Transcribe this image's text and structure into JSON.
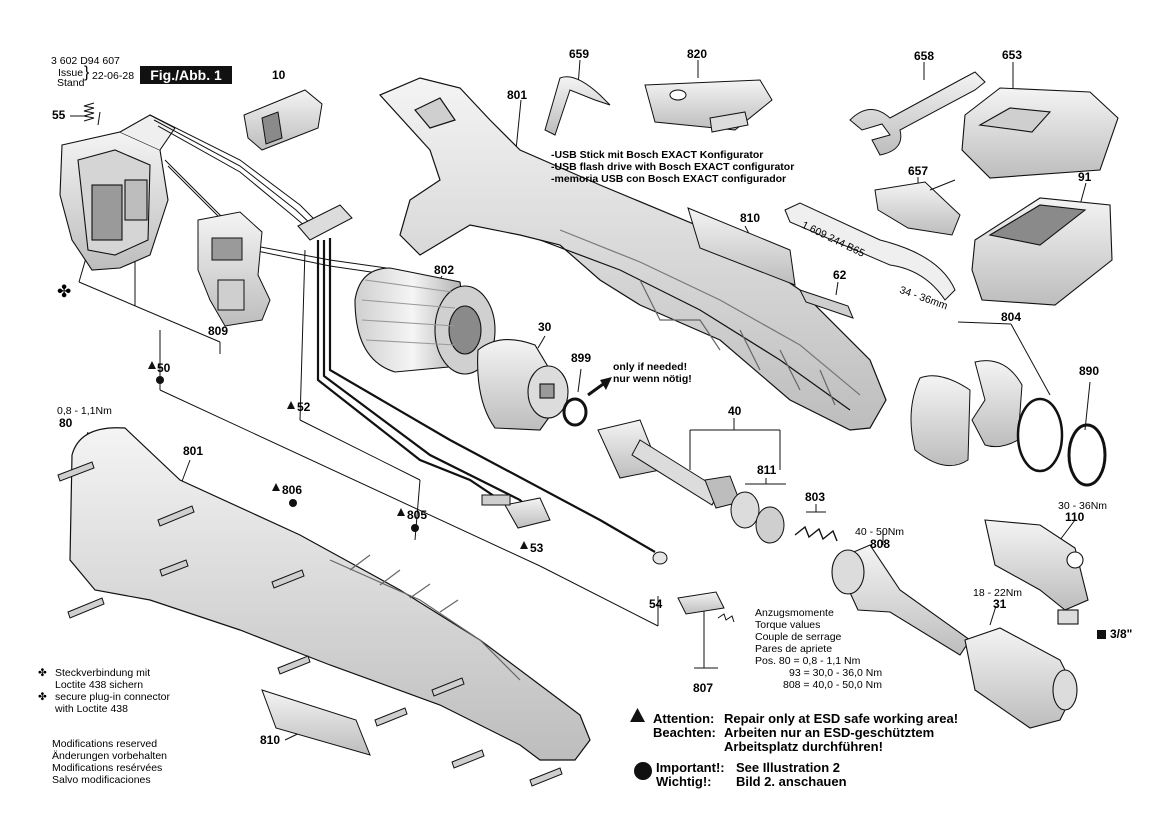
{
  "header": {
    "doc_number": "3 602 D94 607",
    "issue_label_1": "Issue",
    "issue_label_2": "Stand",
    "issue_date": "22-06-28",
    "fig_label": "Fig./Abb. 1"
  },
  "part_labels": {
    "p10": "10",
    "p55": "55",
    "p659": "659",
    "p820": "820",
    "p801_top": "801",
    "p658": "658",
    "p653": "653",
    "p657": "657",
    "p91": "91",
    "p810_top": "810",
    "p62": "62",
    "p802": "802",
    "p30": "30",
    "p899": "899",
    "p809": "809",
    "p50": "50",
    "p52": "52",
    "p804": "804",
    "p890": "890",
    "p40": "40",
    "p811": "811",
    "p803": "803",
    "p80": "80",
    "p801_bottom": "801",
    "p806": "806",
    "p805": "805",
    "p53": "53",
    "p54": "54",
    "p808": "808",
    "p110": "110",
    "p31": "31",
    "p807": "807",
    "p810_bottom": "810",
    "p3_8": "3/8\""
  },
  "torques": {
    "t80": "0,8 - 1,1Nm",
    "t808": "40 - 50Nm",
    "t110": "30 - 36Nm",
    "t31": "18 - 22Nm"
  },
  "usb_notes": [
    "-USB Stick mit Bosch EXACT Konfigurator",
    "-USB flash drive with Bosch EXACT configurator",
    "-memoria USB con Bosch EXACT configurador"
  ],
  "wrench_text": "1 609 244 B65",
  "wrench_range": "34 - 36mm",
  "only_if_needed": [
    "only if needed!",
    "nur wenn nötig!"
  ],
  "torque_table": {
    "lines": [
      "Anzugsmomente",
      "Torque values",
      "Couple de serrage",
      "Pares de apriete"
    ],
    "rows": [
      "Pos. 80 =  0,8 -  1,1 Nm",
      "93 = 30,0 - 36,0 Nm",
      "808 = 40,0 - 50,0 Nm"
    ]
  },
  "legend": {
    "de_1": "Steckverbindung mit",
    "de_2": "Loctite 438 sichern",
    "en_1": "secure plug-in connector",
    "en_2": "with Loctite 438"
  },
  "modifications": [
    "Modifications reserved",
    "Änderungen vorbehalten",
    "Modifications resérvées",
    "Salvo modificaciones"
  ],
  "warnings": {
    "attention_label": "Attention:",
    "attention_text": "Repair only at ESD safe working area!",
    "beachten_label": "Beachten:",
    "beachten_text_1": "Arbeiten nur an ESD-geschütztem",
    "beachten_text_2": "Arbeitsplatz durchführen!",
    "important_label": "Important!:",
    "important_text": "See Illustration 2",
    "wichtig_label": "Wichtig!:",
    "wichtig_text": "Bild 2. anschauen"
  },
  "colors": {
    "ink": "#111111",
    "part_fill": "#e6e6e6",
    "part_dark": "#9a9a9a"
  }
}
